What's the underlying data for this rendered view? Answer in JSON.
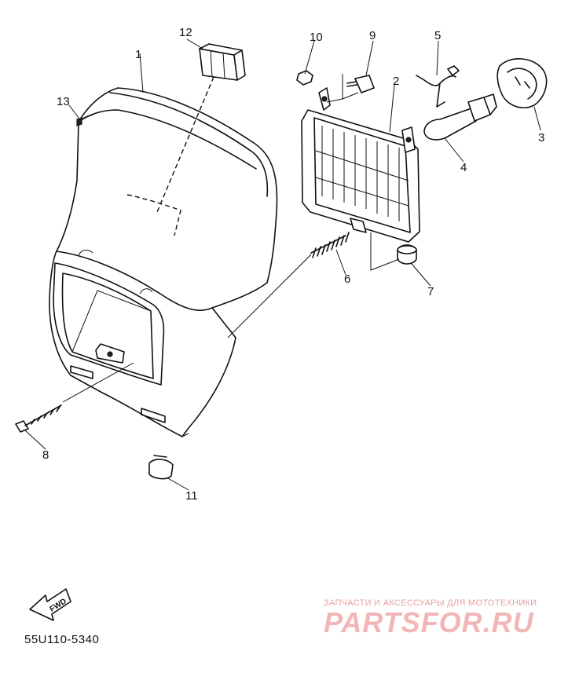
{
  "diagram": {
    "callouts": [
      {
        "id": "1",
        "label": "1"
      },
      {
        "id": "2",
        "label": "2"
      },
      {
        "id": "3",
        "label": "3"
      },
      {
        "id": "4",
        "label": "4"
      },
      {
        "id": "5",
        "label": "5"
      },
      {
        "id": "6",
        "label": "6"
      },
      {
        "id": "7",
        "label": "7"
      },
      {
        "id": "8",
        "label": "8"
      },
      {
        "id": "9",
        "label": "9"
      },
      {
        "id": "10",
        "label": "10"
      },
      {
        "id": "11",
        "label": "11"
      },
      {
        "id": "12",
        "label": "12"
      },
      {
        "id": "13",
        "label": "13"
      }
    ],
    "fwd_label": "FWD",
    "part_code": "55U110-5340"
  },
  "watermark": {
    "tagline": "ЗАПЧАСТИ И АКСЕССУАРЫ ДЛЯ МОТОТЕХНИКИ",
    "logo": "PARTSFOR.RU",
    "color": "#e8a0a0"
  }
}
